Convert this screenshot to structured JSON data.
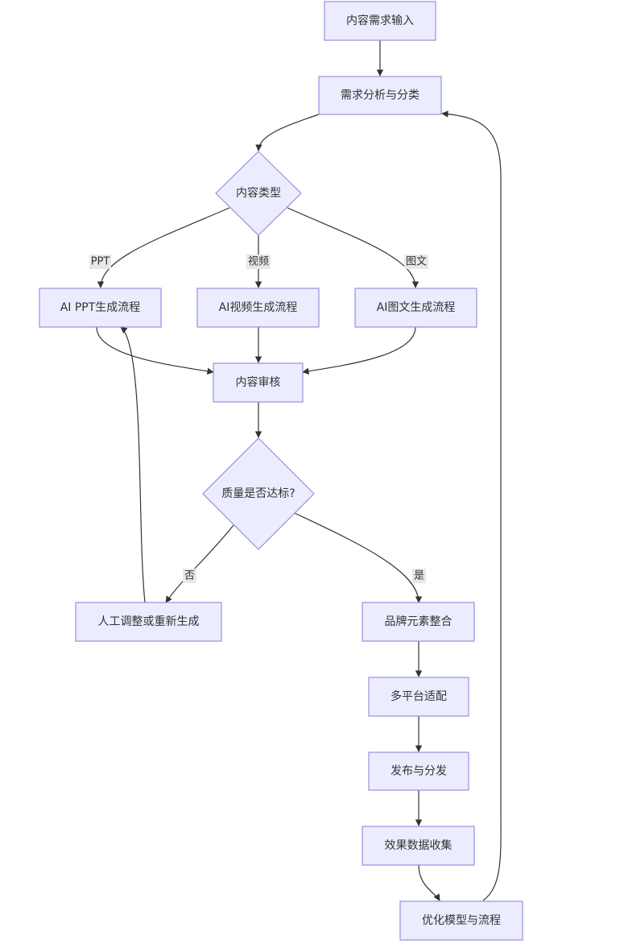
{
  "nodes": {
    "input": "内容需求输入",
    "analysis": "需求分析与分类",
    "type": "内容类型",
    "ppt": "AI PPT生成流程",
    "video": "AI视频生成流程",
    "article": "AI图文生成流程",
    "review": "内容审核",
    "quality": "质量是否达标?",
    "manual": "人工调整或重新生成",
    "brand": "品牌元素整合",
    "multi": "多平台适配",
    "publish": "发布与分发",
    "collect": "效果数据收集",
    "optimize": "优化模型与流程"
  },
  "edge_labels": {
    "ppt": "PPT",
    "video": "视频",
    "article": "图文",
    "no": "否",
    "yes": "是"
  }
}
